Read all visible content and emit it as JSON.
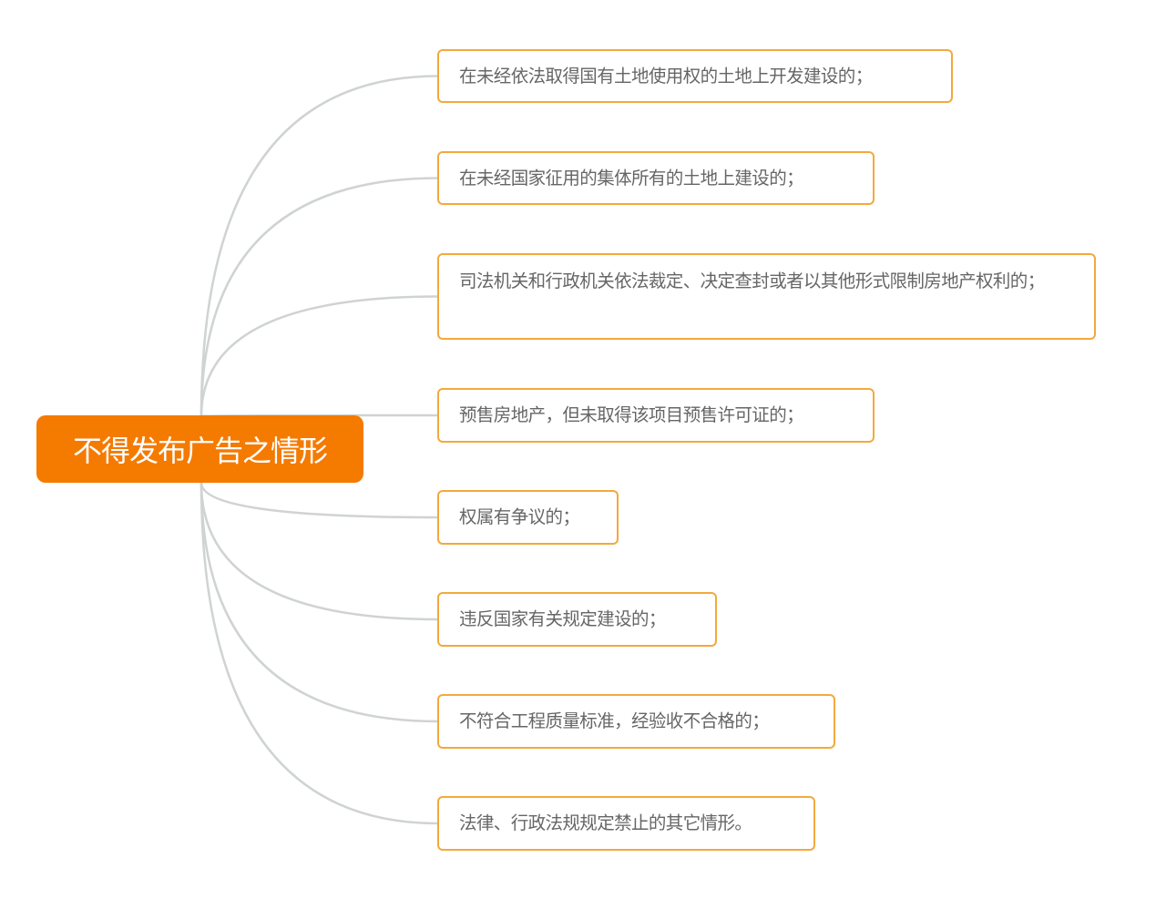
{
  "root": {
    "label": "不得发布广告之情形"
  },
  "colors": {
    "root_fill": "#f57a00",
    "node_border": "#f3a93c",
    "link": "#d0d3d3",
    "node_text": "#666666"
  },
  "children": [
    {
      "label": "在未经依法取得国有土地使用权的土地上开发建设的；"
    },
    {
      "label": "在未经国家征用的集体所有的土地上建设的；"
    },
    {
      "label": "司法机关和行政机关依法裁定、决定查封或者以其他形式限制房地产权利的；"
    },
    {
      "label": "预售房地产，但未取得该项目预售许可证的；"
    },
    {
      "label": "权属有争议的；"
    },
    {
      "label": "违反国家有关规定建设的；"
    },
    {
      "label": "不符合工程质量标准，经验收不合格的；"
    },
    {
      "label": "法律、行政法规规定禁止的其它情形。"
    }
  ]
}
